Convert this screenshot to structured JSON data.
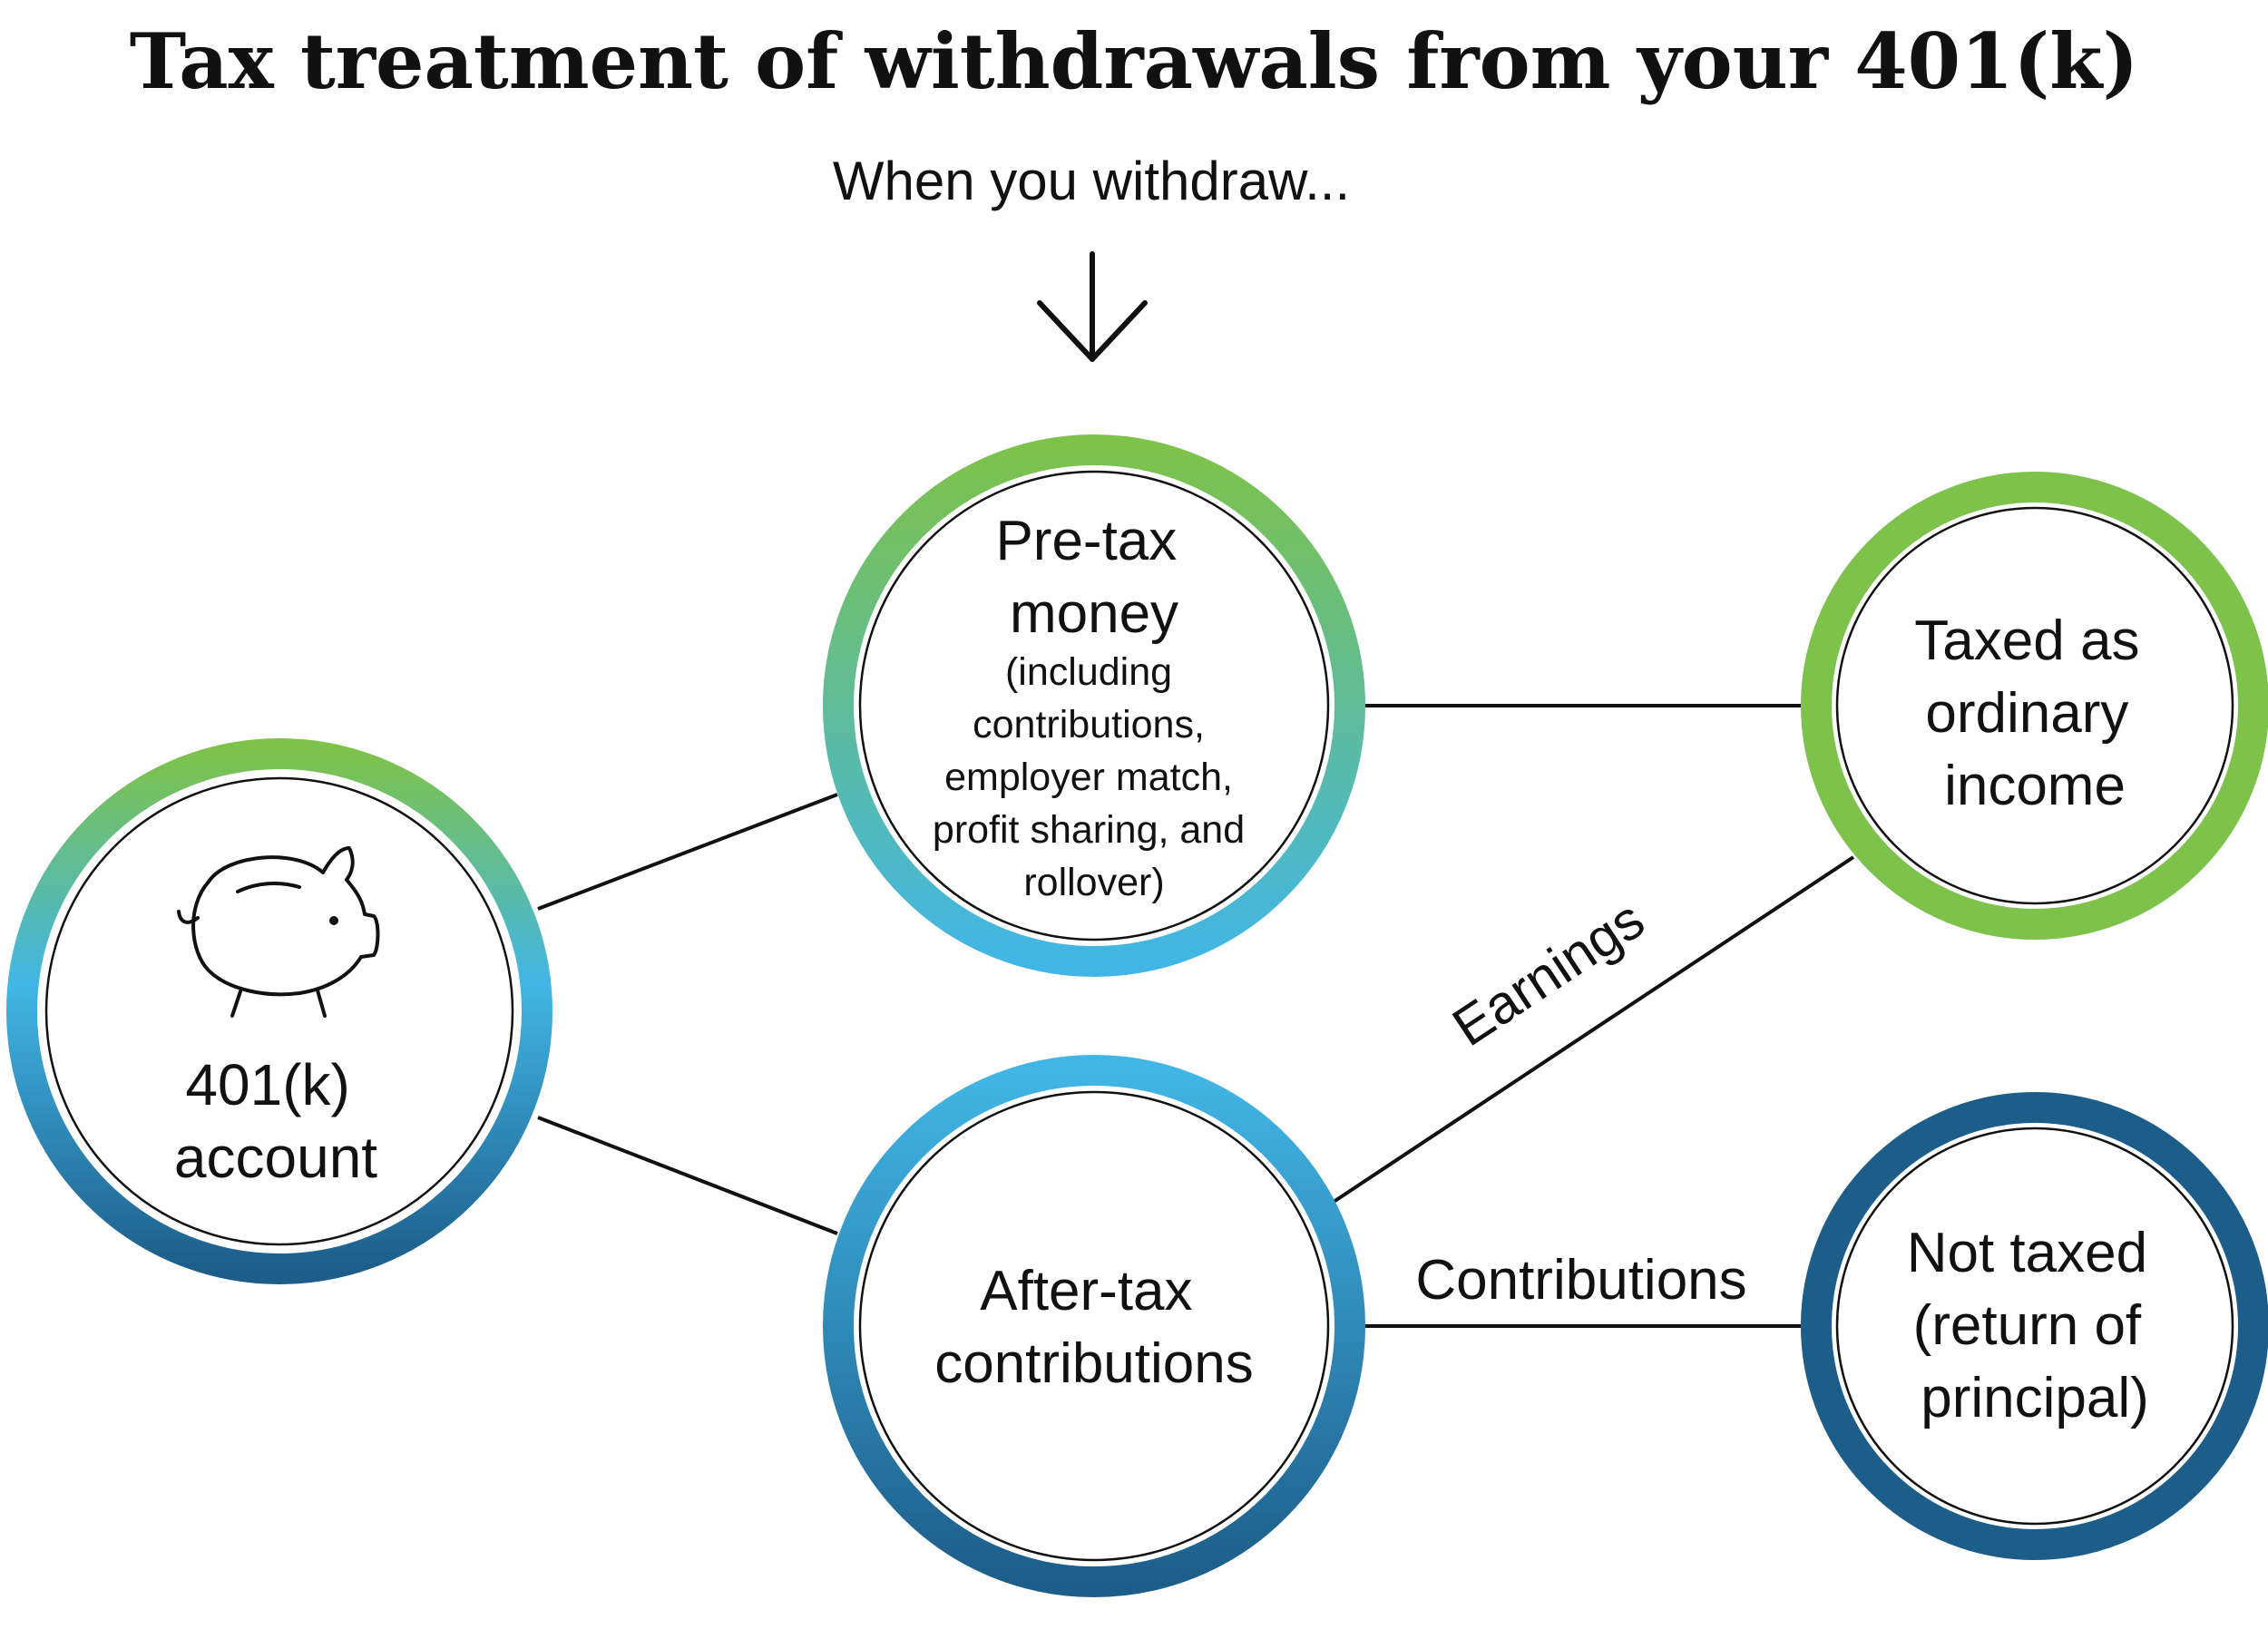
{
  "title": "Tax treatment of withdrawals from your 401(k)",
  "subtitle": "When you withdraw...",
  "colors": {
    "green": "#7dc24b",
    "teal": "#5fb8c0",
    "light_blue": "#41b6e6",
    "mid_blue": "#2a8fc4",
    "dark_blue": "#1d5d8a",
    "line": "#111111"
  },
  "nodes": {
    "account": {
      "lines": [
        "401(k)",
        "account"
      ],
      "icon": "piggy-bank-icon"
    },
    "pretax": {
      "lines": [
        "Pre-tax",
        "money"
      ],
      "sublines": [
        "(including",
        "contributions,",
        "employer match,",
        "profit sharing, and",
        "rollover)"
      ]
    },
    "aftertax": {
      "lines": [
        "After-tax",
        "contributions"
      ]
    },
    "ordinary": {
      "lines": [
        "Taxed as",
        "ordinary",
        "income"
      ]
    },
    "nottaxed": {
      "lines": [
        "Not taxed",
        "(return of",
        "principal)"
      ]
    }
  },
  "edge_labels": {
    "earnings": "Earnings",
    "contributions": "Contributions"
  }
}
